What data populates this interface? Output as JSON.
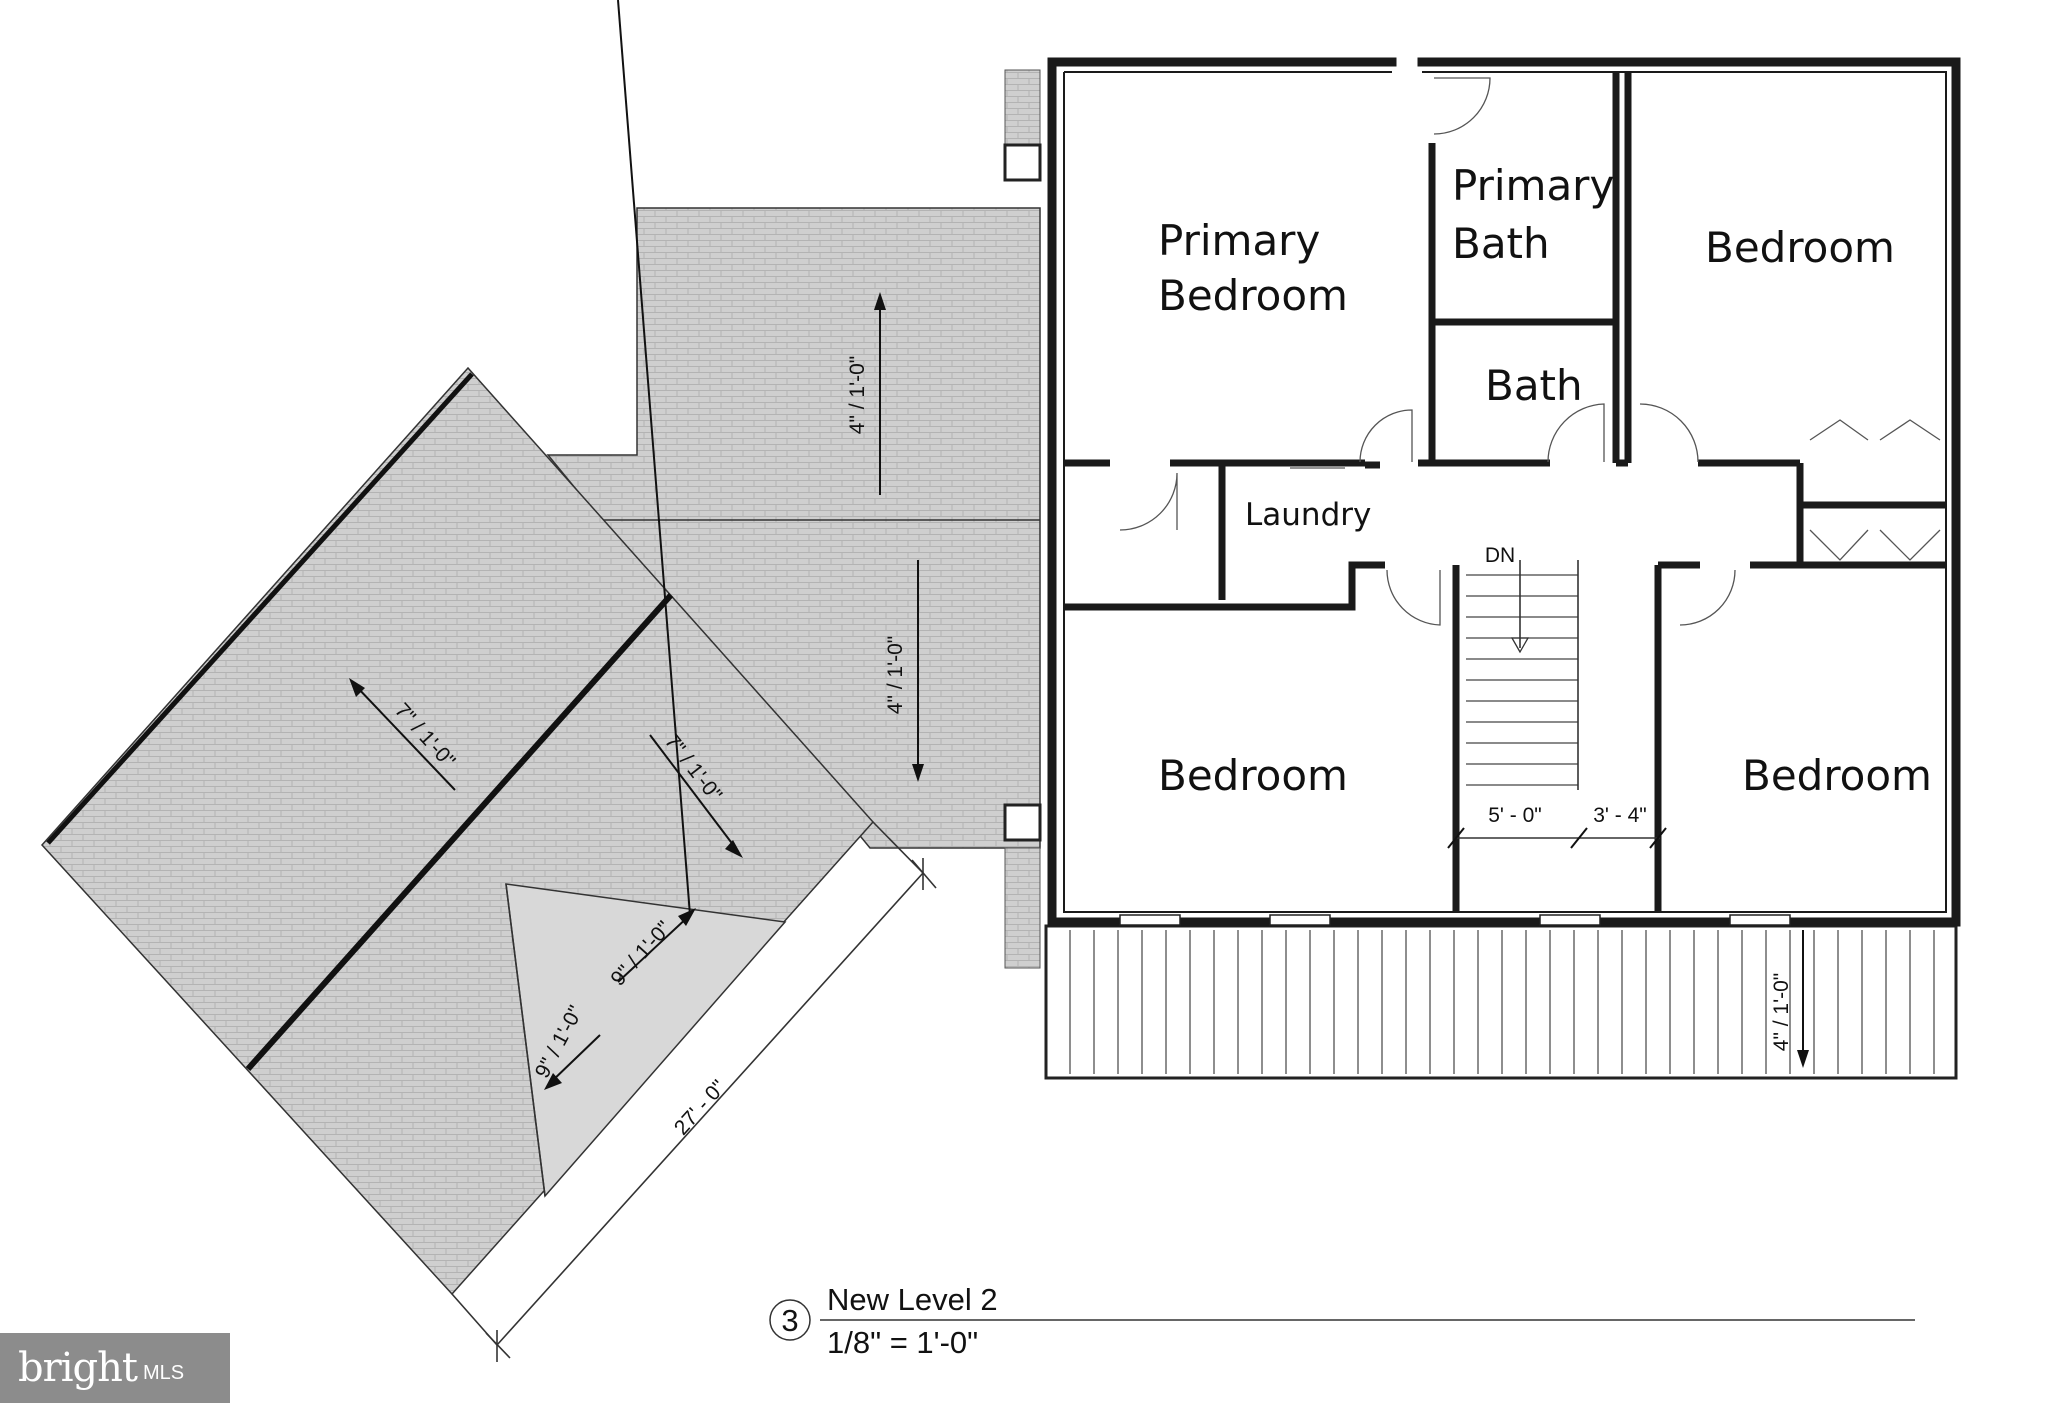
{
  "rooms": {
    "primary_bedroom_l1": "Primary",
    "primary_bedroom_l2": "Bedroom",
    "primary_bath_l1": "Primary",
    "primary_bath_l2": "Bath",
    "bedroom_ne": "Bedroom",
    "bath": "Bath",
    "laundry": "Laundry",
    "bedroom_sw": "Bedroom",
    "bedroom_se": "Bedroom"
  },
  "stair": {
    "label": "DN"
  },
  "dimensions": {
    "stair_width": "5' - 0\"",
    "landing_width": "3' - 4\"",
    "roof_length": "27' - 0\""
  },
  "slopes": {
    "upper_roof_a": "4\" / 1'-0\"",
    "upper_roof_b": "4\" / 1'-0\"",
    "wing_left": "7\" / 1'-0\"",
    "wing_right": "7\" / 1'-0\"",
    "gable_a": "9\" / 1'-0\"",
    "gable_b": "9\" / 1'-0\"",
    "porch": "4\" / 1'-0\""
  },
  "title": {
    "number": "3",
    "name": "New Level 2",
    "scale": "1/8\" = 1'-0\""
  },
  "watermark": {
    "brand": "bright",
    "suffix": "MLS"
  },
  "colors": {
    "wall": "#1a1a1a",
    "roof_fill": "#cfcfcf",
    "watermark_bg": "#8c8c8c"
  }
}
